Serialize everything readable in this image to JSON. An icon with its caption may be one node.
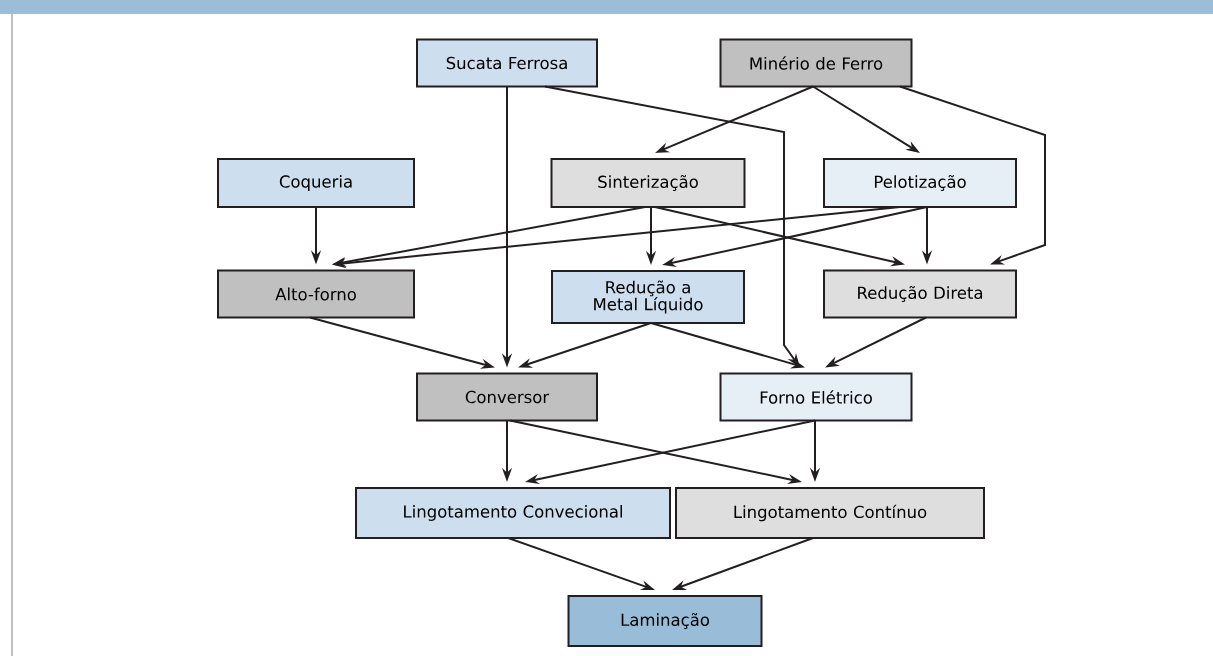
{
  "diagram": {
    "nodes": [
      {
        "text": [
          "Sucata Ferrosa"
        ]
      },
      {
        "text": [
          "Minério de Ferro"
        ]
      },
      {
        "text": [
          "Coqueria"
        ]
      },
      {
        "text": [
          "Sinterização"
        ]
      },
      {
        "text": [
          "Pelotização"
        ]
      },
      {
        "text": [
          "Alto-forno"
        ]
      },
      {
        "text": [
          "Redução a Metal Líquido"
        ]
      },
      {
        "text": [
          "Redução Direta"
        ]
      },
      {
        "text": [
          "Conversor"
        ]
      },
      {
        "text": [
          "Forno Elétrico"
        ]
      },
      {
        "text": [
          "Lingotamento Convecional"
        ]
      },
      {
        "text": [
          "Lingotamento Contínuo"
        ]
      },
      {
        "text": [
          "Laminação"
        ]
      }
    ],
    "edges": [
      {
        "from": 0,
        "to": 8,
        "arrow": "to"
      },
      {
        "from": 0,
        "to": 9,
        "arrow": "to"
      },
      {
        "from": 1,
        "to": 3,
        "arrow": "to"
      },
      {
        "from": 1,
        "to": 4,
        "arrow": "to"
      },
      {
        "from": 1,
        "to": 7,
        "arrow": "to"
      },
      {
        "from": 2,
        "to": 5,
        "arrow": "to"
      },
      {
        "from": 3,
        "to": 5,
        "arrow": "to"
      },
      {
        "from": 4,
        "to": 5,
        "arrow": "to"
      },
      {
        "from": 3,
        "to": 6,
        "arrow": "to"
      },
      {
        "from": 4,
        "to": 6,
        "arrow": "to"
      },
      {
        "from": 3,
        "to": 7,
        "arrow": "to"
      },
      {
        "from": 4,
        "to": 7,
        "arrow": "to"
      },
      {
        "from": 5,
        "to": 8,
        "arrow": "to"
      },
      {
        "from": 6,
        "to": 8,
        "arrow": "to"
      },
      {
        "from": 6,
        "to": 9,
        "arrow": "to"
      },
      {
        "from": 7,
        "to": 9,
        "arrow": "to"
      },
      {
        "from": 8,
        "to": 10,
        "arrow": "to"
      },
      {
        "from": 8,
        "to": 11,
        "arrow": "to"
      },
      {
        "from": 9,
        "to": 10,
        "arrow": "to"
      },
      {
        "from": 9,
        "to": 11,
        "arrow": "to"
      },
      {
        "from": 10,
        "to": 12,
        "arrow": "to"
      },
      {
        "from": 11,
        "to": 12,
        "arrow": "to"
      }
    ]
  }
}
